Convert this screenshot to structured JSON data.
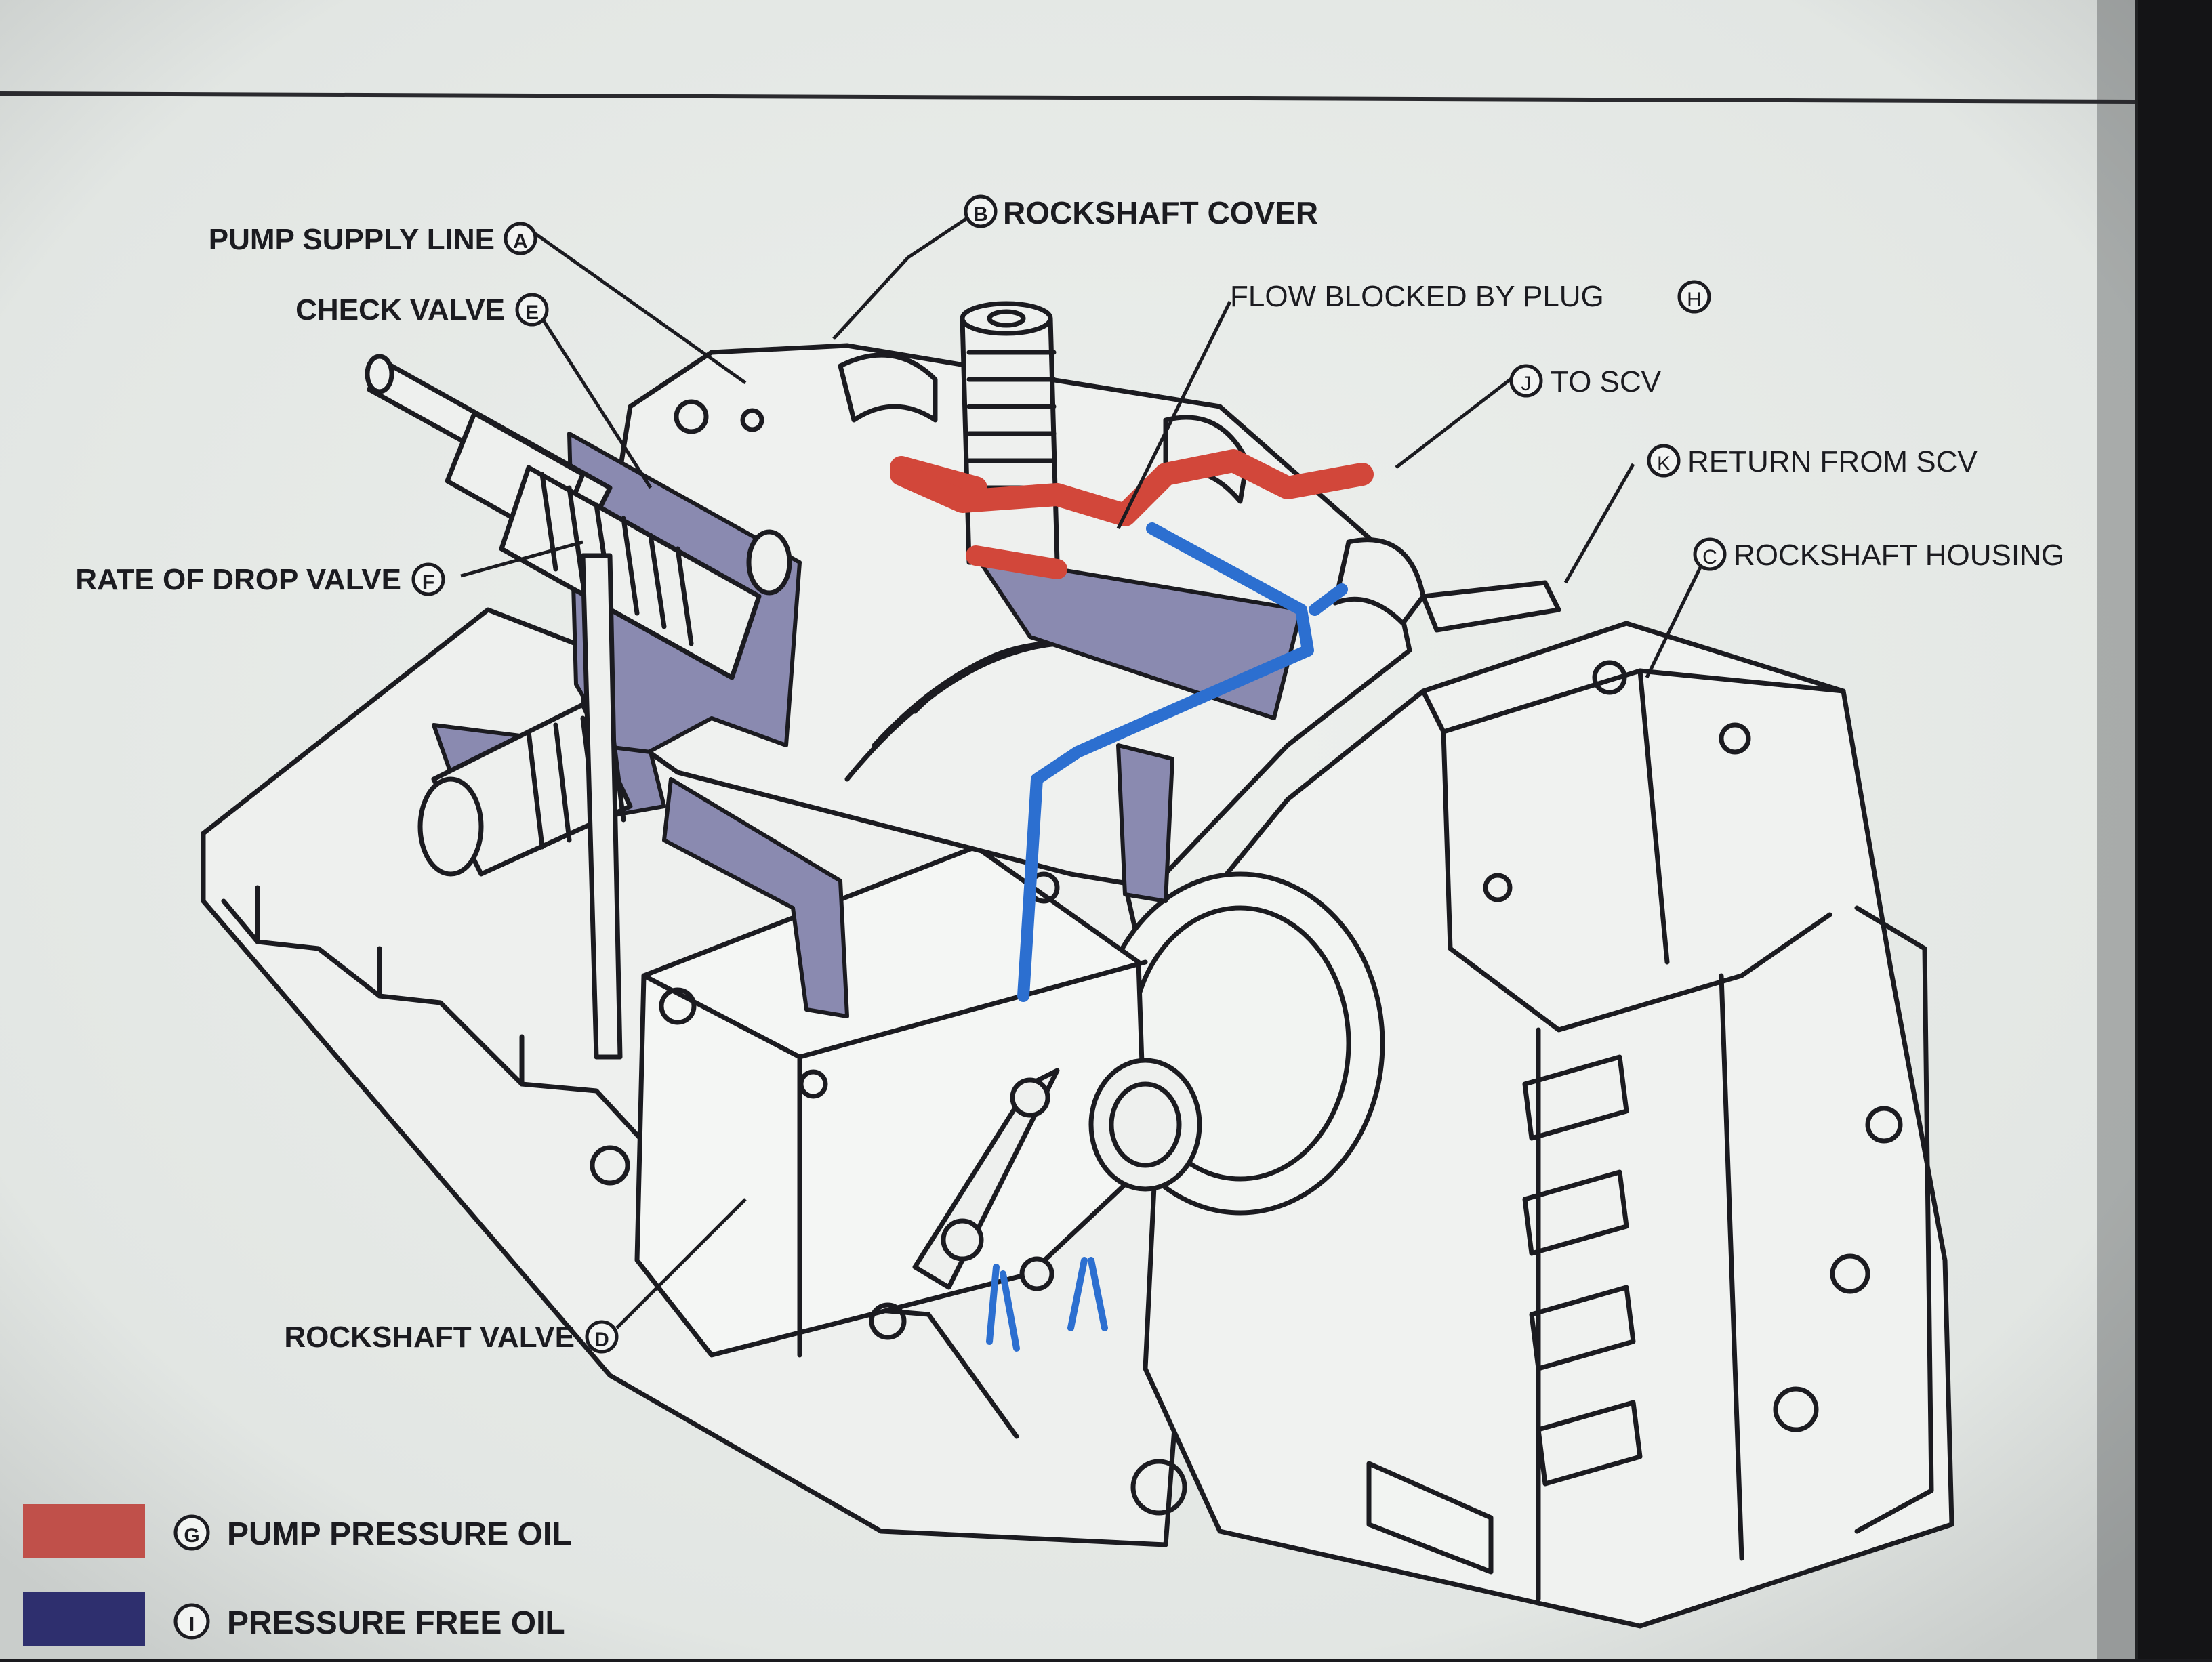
{
  "callouts": [
    {
      "id": "pump-supply-line",
      "letter": "A",
      "text": "PUMP SUPPLY LINE"
    },
    {
      "id": "rockshaft-cover",
      "letter": "B",
      "text": "ROCKSHAFT COVER"
    },
    {
      "id": "check-valve",
      "letter": "E",
      "text": "CHECK VALVE"
    },
    {
      "id": "flow-blocked-by-plug",
      "letter": "H",
      "text": "FLOW BLOCKED BY PLUG"
    },
    {
      "id": "to-scv",
      "letter": "J",
      "text": "TO SCV"
    },
    {
      "id": "return-from-scv",
      "letter": "K",
      "text": "RETURN FROM SCV"
    },
    {
      "id": "rockshaft-housing",
      "letter": "C",
      "text": "ROCKSHAFT HOUSING"
    },
    {
      "id": "rate-of-drop-valve",
      "letter": "F",
      "text": "RATE OF DROP VALVE"
    },
    {
      "id": "rockshaft-valve",
      "letter": "D",
      "text": "ROCKSHAFT VALVE"
    }
  ],
  "legend": [
    {
      "id": "pump-pressure-oil",
      "letter": "G",
      "text": "PUMP PRESSURE OIL",
      "color": "#c0504a"
    },
    {
      "id": "pressure-free-oil",
      "letter": "I",
      "text": "PRESSURE FREE OIL",
      "color": "#2e2f6e"
    }
  ],
  "colors": {
    "paper": "#e9ece9",
    "line": "#1b1b20",
    "pressure_red": "#d2473a",
    "return_blue": "#2c6fd0",
    "cutaway_lavender": "#8a8ab0",
    "screen_bezel": "#151518"
  }
}
